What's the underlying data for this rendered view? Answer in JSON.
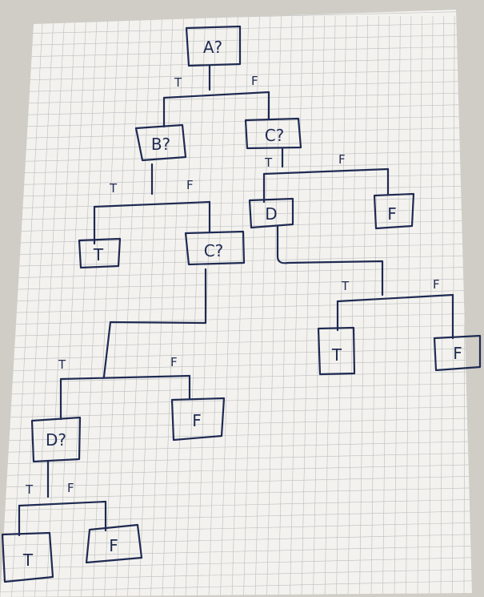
{
  "nodes": {
    "a": {
      "text": "A?"
    },
    "b": {
      "text": "B?"
    },
    "c1": {
      "text": "C?"
    },
    "c2": {
      "text": "C?"
    },
    "d1": {
      "text": "D"
    },
    "d2": {
      "text": "D?"
    },
    "leaf_t1": {
      "text": "T"
    },
    "leaf_f1": {
      "text": "F"
    },
    "leaf_t2": {
      "text": "T"
    },
    "leaf_f2": {
      "text": "F"
    },
    "leaf_f3": {
      "text": "F"
    },
    "leaf_t3": {
      "text": "T"
    },
    "leaf_f4": {
      "text": "F"
    }
  },
  "edges": {
    "a_true": "T",
    "a_false": "F",
    "b_true": "T",
    "b_false": "F",
    "c1_true": "T",
    "c1_false": "F",
    "d1_true": "T",
    "d1_false": "F",
    "c2_true": "T",
    "c2_false": "F",
    "d2_true": "T",
    "d2_false": "F"
  },
  "colors": {
    "ink": "#1f2a52",
    "paper": "#f3f2ee",
    "grid": "#8f939b"
  }
}
